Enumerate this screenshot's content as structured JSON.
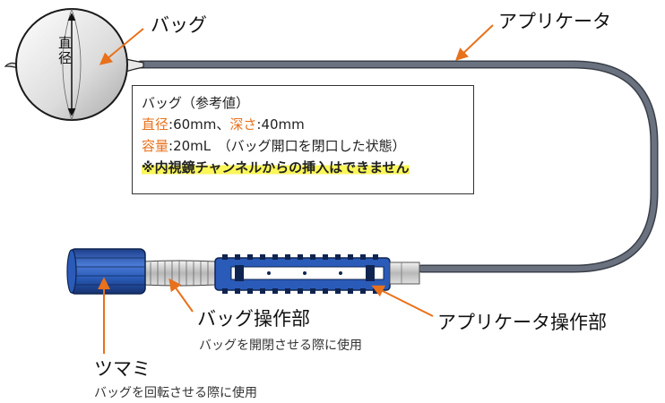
{
  "labels": {
    "bag": "バッグ",
    "applicator": "アプリケータ",
    "diameter": "直径",
    "bag_control": "バッグ操作部",
    "bag_control_note": "バッグを開閉させる際に使用",
    "applicator_control": "アプリケータ操作部",
    "knob": "ツマミ",
    "knob_note": "バッグを回転させる際に使用"
  },
  "info": {
    "title": "バッグ（参考値）",
    "diameter_label": "直径",
    "diameter_value": ":60mm、",
    "depth_label": "深さ",
    "depth_value": ":40mm",
    "capacity_label": "容量",
    "capacity_value": ":20mL　（バッグ開口を閉口した状態）",
    "warning": "※内視鏡チャンネルからの挿入はできません"
  },
  "colors": {
    "accent": "#e8711c",
    "tube": "#5b6370",
    "handle_blue": "#2a5bb8",
    "highlight": "#fbf65a"
  }
}
